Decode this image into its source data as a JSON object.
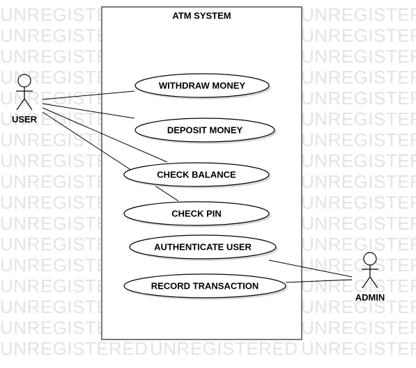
{
  "watermark": "UNREGISTERED",
  "system": {
    "title": "ATM SYSTEM"
  },
  "actors": [
    {
      "id": "user",
      "label": "USER"
    },
    {
      "id": "admin",
      "label": "ADMIN"
    }
  ],
  "use_cases": [
    {
      "id": "withdraw",
      "label": "WITHDRAW MONEY"
    },
    {
      "id": "deposit",
      "label": "DEPOSIT MONEY"
    },
    {
      "id": "balance",
      "label": "CHECK BALANCE"
    },
    {
      "id": "pin",
      "label": "CHECK PIN"
    },
    {
      "id": "auth",
      "label": "AUTHENTICATE USER"
    },
    {
      "id": "record",
      "label": "RECORD TRANSACTION"
    }
  ],
  "associations": [
    {
      "from": "user",
      "to": "withdraw"
    },
    {
      "from": "user",
      "to": "deposit"
    },
    {
      "from": "user",
      "to": "balance"
    },
    {
      "from": "user",
      "to": "pin"
    },
    {
      "from": "admin",
      "to": "auth"
    },
    {
      "from": "admin",
      "to": "record"
    }
  ]
}
